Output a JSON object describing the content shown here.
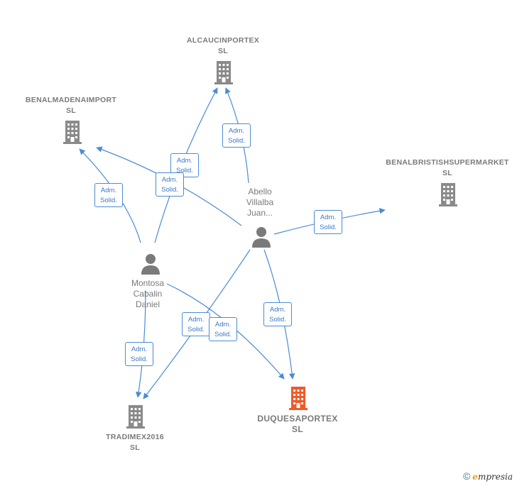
{
  "nodes": {
    "alcaucinportex": {
      "line1": "ALCAUCINPORTEX",
      "line2": "SL",
      "type": "company"
    },
    "benalmadenaimport": {
      "line1": "BENALMADENAIMPORT",
      "line2": "SL",
      "type": "company"
    },
    "benalbristish": {
      "line1": "BENALBRISTISHSUPERMARKET",
      "line2": "SL",
      "type": "company"
    },
    "duquesaportex": {
      "line1": "DUQUESAPORTEX",
      "line2": "SL",
      "type": "company-focus"
    },
    "tradimex": {
      "line1": "TRADIMEX2016",
      "line2": "SL",
      "type": "company"
    },
    "abello": {
      "line1": "Abello",
      "line2": "Villalba",
      "line3": "Juan...",
      "type": "person"
    },
    "montosa": {
      "line1": "Montosa",
      "line2": "Cabalin",
      "line3": "Daniel",
      "type": "person"
    }
  },
  "edge_label": {
    "line1": "Adm.",
    "line2": "Solid."
  },
  "colors": {
    "company": "#8a8a8a",
    "focus": "#f05a2a",
    "person": "#7a7a7a",
    "edge": "#4a8bd6"
  },
  "footer": {
    "copyright": "©",
    "brand_initial": "e",
    "brand_rest": "mpresia"
  }
}
